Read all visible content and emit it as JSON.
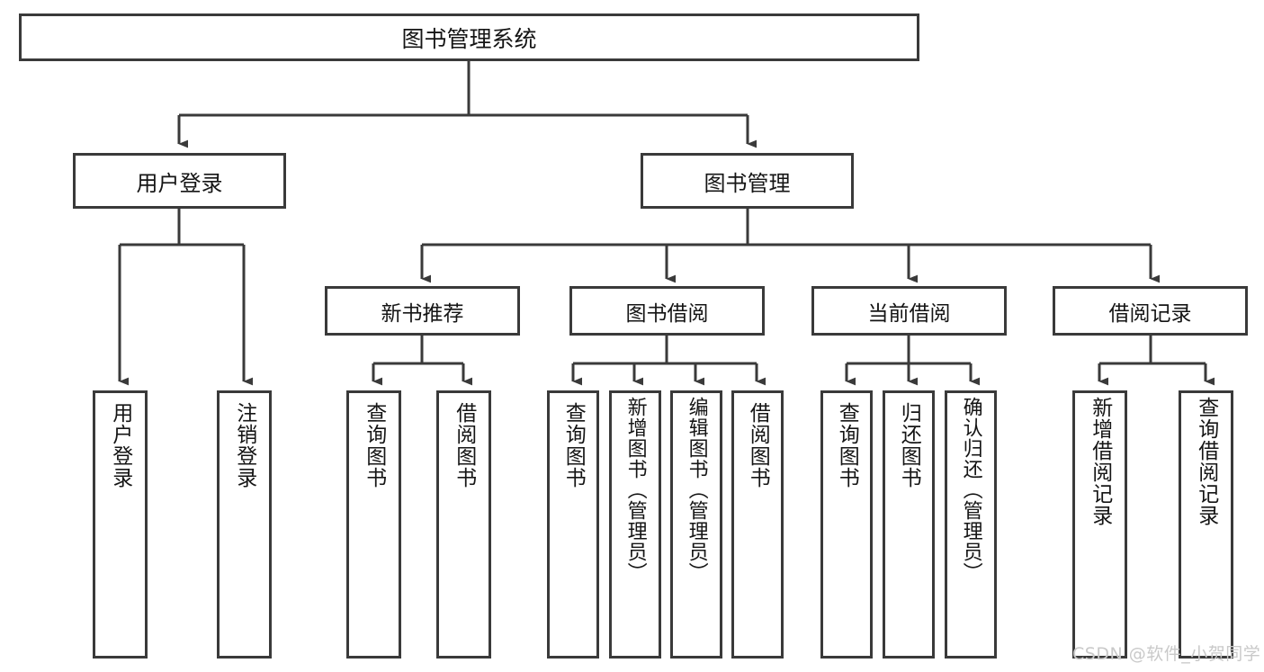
{
  "diagram": {
    "title_node": {
      "label": "图书管理系统"
    },
    "level1": [
      {
        "id": "user-login",
        "label": "用户登录"
      },
      {
        "id": "book-management",
        "label": "图书管理"
      }
    ],
    "level2": [
      {
        "id": "new-book-recommend",
        "label": "新书推荐"
      },
      {
        "id": "book-borrow",
        "label": "图书借阅"
      },
      {
        "id": "current-borrow",
        "label": "当前借阅"
      },
      {
        "id": "borrow-record",
        "label": "借阅记录"
      }
    ],
    "leaves": {
      "user_login": [
        {
          "id": "leaf-user-login",
          "label": "用户登录"
        },
        {
          "id": "leaf-logout-login",
          "label": "注销登录"
        }
      ],
      "new_book_recommend": [
        {
          "id": "leaf-query-book-1",
          "label": "查询图书"
        },
        {
          "id": "leaf-borrow-book-1",
          "label": "借阅图书"
        }
      ],
      "book_borrow": [
        {
          "id": "leaf-query-book-2",
          "label": "查询图书"
        },
        {
          "id": "leaf-add-book",
          "label": "新增图书（管理员）"
        },
        {
          "id": "leaf-edit-book",
          "label": "编辑图书（管理员）"
        },
        {
          "id": "leaf-borrow-book-2",
          "label": "借阅图书"
        }
      ],
      "current_borrow": [
        {
          "id": "leaf-query-book-3",
          "label": "查询图书"
        },
        {
          "id": "leaf-return-book",
          "label": "归还图书"
        },
        {
          "id": "leaf-confirm-return",
          "label": "确认归还（管理员）"
        }
      ],
      "borrow_record": [
        {
          "id": "leaf-add-record",
          "label": "新增借阅记录"
        },
        {
          "id": "leaf-query-record",
          "label": "查询借阅记录"
        }
      ]
    },
    "watermark": "CSDN @软件_小贺同学",
    "colors": {
      "stroke": "#3a3a3a",
      "box_fill": "#ffffff",
      "text": "#151515",
      "watermark": "#c9c9c9"
    }
  }
}
